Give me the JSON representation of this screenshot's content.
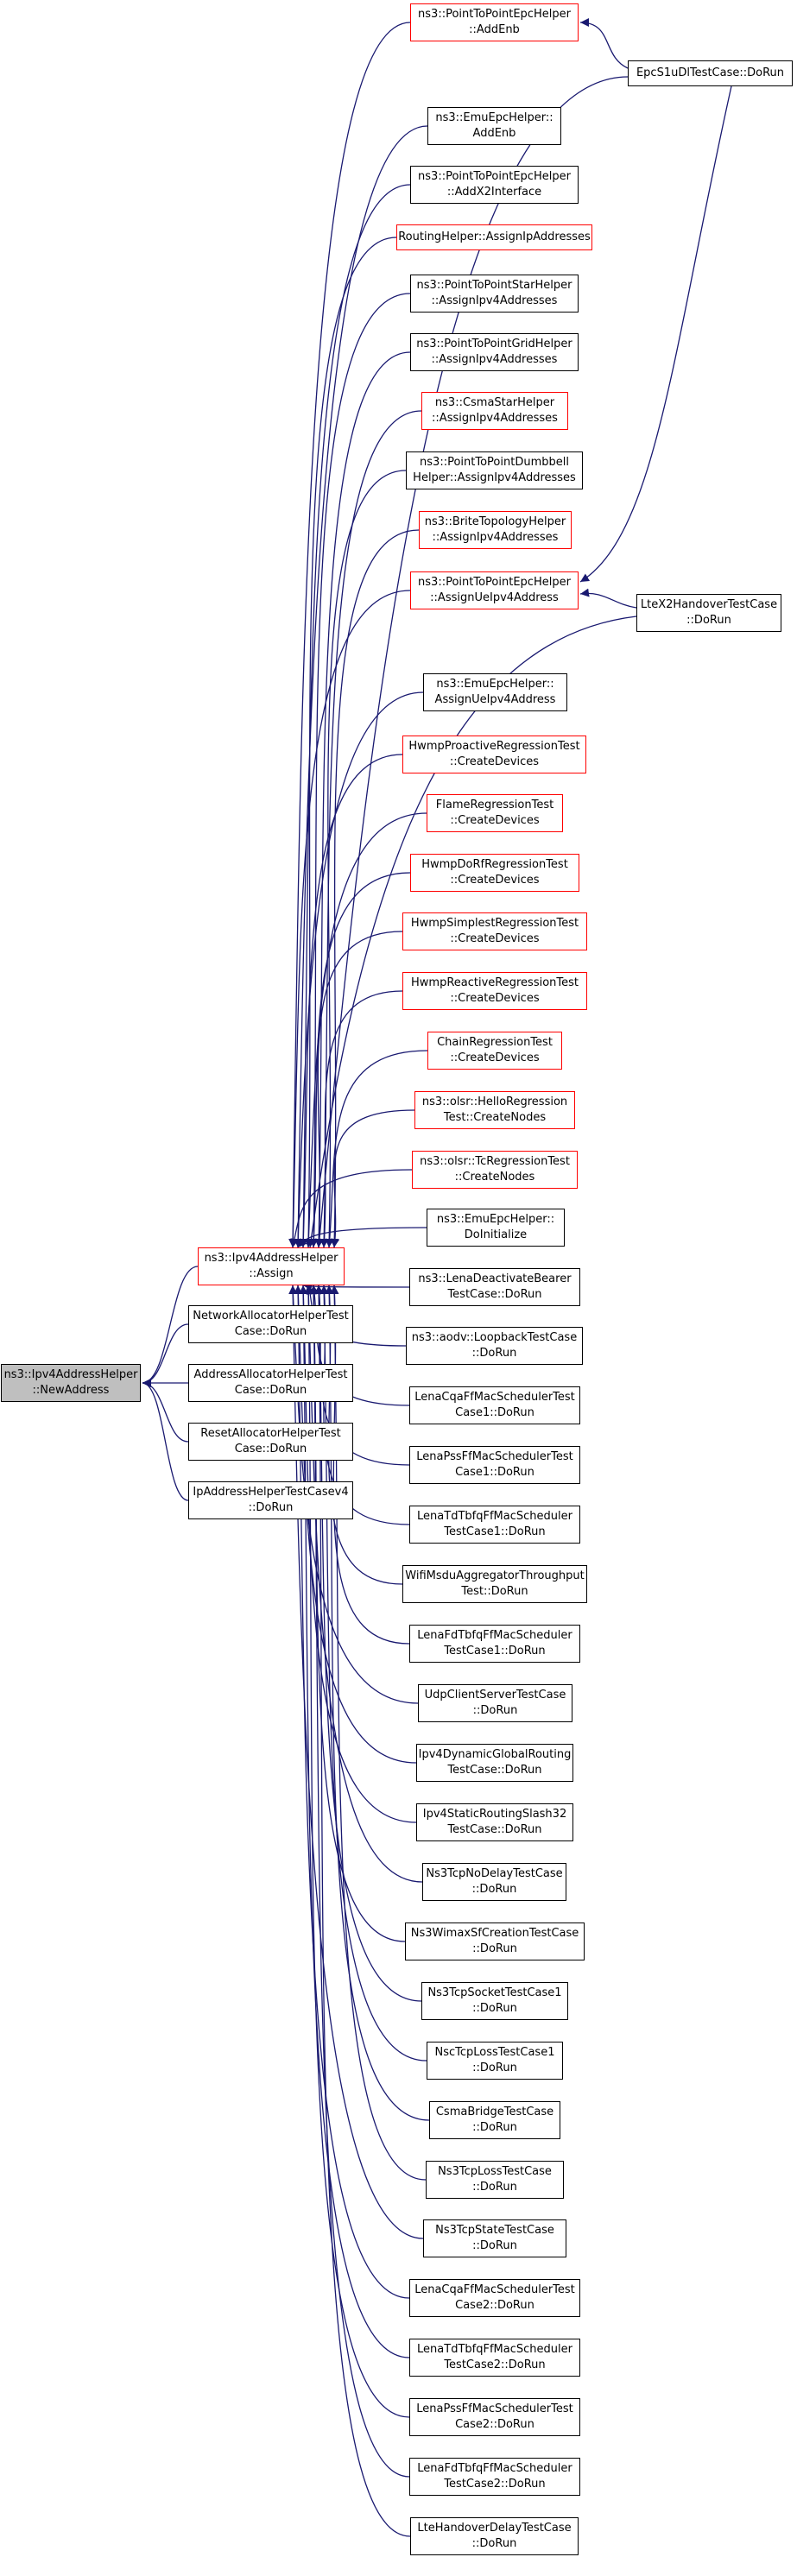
{
  "colors": {
    "edge": "#191970",
    "node_border": "#000000",
    "incomplete_border": "#ff0000",
    "root_fill": "#bfbfbf"
  },
  "nodes": [
    {
      "id": "root",
      "label": "ns3::Ipv4AddressHelper\n::NewAddress",
      "color": "root"
    },
    {
      "id": "assign",
      "label": "ns3::Ipv4AddressHelper\n::Assign",
      "color": "red"
    },
    {
      "id": "networkalloc",
      "label": "NetworkAllocatorHelperTest\nCase::DoRun",
      "color": "black"
    },
    {
      "id": "addressalloc",
      "label": "AddressAllocatorHelperTest\nCase::DoRun",
      "color": "black"
    },
    {
      "id": "resetalloc",
      "label": "ResetAllocatorHelperTest\nCase::DoRun",
      "color": "black"
    },
    {
      "id": "ipaddrv4",
      "label": "IpAddressHelperTestCasev4\n::DoRun",
      "color": "black"
    },
    {
      "id": "p2pepc_addenb",
      "label": "ns3::PointToPointEpcHelper\n::AddEnb",
      "color": "red"
    },
    {
      "id": "emuepc_addenb",
      "label": "ns3::EmuEpcHelper::\nAddEnb",
      "color": "black"
    },
    {
      "id": "p2pepc_addx2",
      "label": "ns3::PointToPointEpcHelper\n::AddX2Interface",
      "color": "black"
    },
    {
      "id": "routing_assign",
      "label": "RoutingHelper::AssignIpAddresses",
      "color": "red"
    },
    {
      "id": "p2pstar",
      "label": "ns3::PointToPointStarHelper\n::AssignIpv4Addresses",
      "color": "black"
    },
    {
      "id": "p2pgrid",
      "label": "ns3::PointToPointGridHelper\n::AssignIpv4Addresses",
      "color": "black"
    },
    {
      "id": "csmastar",
      "label": "ns3::CsmaStarHelper\n::AssignIpv4Addresses",
      "color": "red"
    },
    {
      "id": "p2pdumbbell",
      "label": "ns3::PointToPointDumbbell\nHelper::AssignIpv4Addresses",
      "color": "black"
    },
    {
      "id": "brite",
      "label": "ns3::BriteTopologyHelper\n::AssignIpv4Addresses",
      "color": "red"
    },
    {
      "id": "p2pepc_ue",
      "label": "ns3::PointToPointEpcHelper\n::AssignUeIpv4Address",
      "color": "red"
    },
    {
      "id": "emuepc_ue",
      "label": "ns3::EmuEpcHelper::\nAssignUeIpv4Address",
      "color": "black"
    },
    {
      "id": "hwmpproactive",
      "label": "HwmpProactiveRegressionTest\n::CreateDevices",
      "color": "red"
    },
    {
      "id": "flame",
      "label": "FlameRegressionTest\n::CreateDevices",
      "color": "red"
    },
    {
      "id": "hwmpdorf",
      "label": "HwmpDoRfRegressionTest\n::CreateDevices",
      "color": "red"
    },
    {
      "id": "hwmpsimplest",
      "label": "HwmpSimplestRegressionTest\n::CreateDevices",
      "color": "red"
    },
    {
      "id": "hwmpreactive",
      "label": "HwmpReactiveRegressionTest\n::CreateDevices",
      "color": "red"
    },
    {
      "id": "chain",
      "label": "ChainRegressionTest\n::CreateDevices",
      "color": "red"
    },
    {
      "id": "olsrhello",
      "label": "ns3::olsr::HelloRegression\nTest::CreateNodes",
      "color": "red"
    },
    {
      "id": "olsrtc",
      "label": "ns3::olsr::TcRegressionTest\n::CreateNodes",
      "color": "red"
    },
    {
      "id": "emuepc_init",
      "label": "ns3::EmuEpcHelper::\nDoInitialize",
      "color": "black"
    },
    {
      "id": "lenadeact",
      "label": "ns3::LenaDeactivateBearer\nTestCase::DoRun",
      "color": "black"
    },
    {
      "id": "aodvloop",
      "label": "ns3::aodv::LoopbackTestCase\n::DoRun",
      "color": "black"
    },
    {
      "id": "lenacqs1",
      "label": "LenaCqaFfMacSchedulerTest\nCase1::DoRun",
      "color": "black"
    },
    {
      "id": "lenapss1",
      "label": "LenaPssFfMacSchedulerTest\nCase1::DoRun",
      "color": "black"
    },
    {
      "id": "lenatdtbfq1",
      "label": "LenaTdTbfqFfMacScheduler\nTestCase1::DoRun",
      "color": "black"
    },
    {
      "id": "wifimsdu",
      "label": "WifiMsduAggregatorThroughput\nTest::DoRun",
      "color": "black"
    },
    {
      "id": "lenafdtbfq1",
      "label": "LenaFdTbfqFfMacScheduler\nTestCase1::DoRun",
      "color": "black"
    },
    {
      "id": "udpclientserver",
      "label": "UdpClientServerTestCase\n::DoRun",
      "color": "black"
    },
    {
      "id": "ipv4dyn",
      "label": "Ipv4DynamicGlobalRouting\nTestCase::DoRun",
      "color": "black"
    },
    {
      "id": "ipv4slash32",
      "label": "Ipv4StaticRoutingSlash32\nTestCase::DoRun",
      "color": "black"
    },
    {
      "id": "ns3tcpnodelay",
      "label": "Ns3TcpNoDelayTestCase\n::DoRun",
      "color": "black"
    },
    {
      "id": "ns3wimax",
      "label": "Ns3WimaxSfCreationTestCase\n::DoRun",
      "color": "black"
    },
    {
      "id": "ns3tcpsocket",
      "label": "Ns3TcpSocketTestCase1\n::DoRun",
      "color": "black"
    },
    {
      "id": "nsctcploss",
      "label": "NscTcpLossTestCase1\n::DoRun",
      "color": "black"
    },
    {
      "id": "csmabridge",
      "label": "CsmaBridgeTestCase\n::DoRun",
      "color": "black"
    },
    {
      "id": "ns3tcploss",
      "label": "Ns3TcpLossTestCase\n::DoRun",
      "color": "black"
    },
    {
      "id": "ns3tcpstate",
      "label": "Ns3TcpStateTestCase\n::DoRun",
      "color": "black"
    },
    {
      "id": "lenacqs2",
      "label": "LenaCqaFfMacSchedulerTest\nCase2::DoRun",
      "color": "black"
    },
    {
      "id": "lenatdtbfq2",
      "label": "LenaTdTbfqFfMacScheduler\nTestCase2::DoRun",
      "color": "black"
    },
    {
      "id": "lenapss2",
      "label": "LenaPssFfMacSchedulerTest\nCase2::DoRun",
      "color": "black"
    },
    {
      "id": "lenafdtbfq2",
      "label": "LenaFdTbfqFfMacScheduler\nTestCase2::DoRun",
      "color": "black"
    },
    {
      "id": "ltehandover",
      "label": "LteHandoverDelayTestCase\n::DoRun",
      "color": "black"
    },
    {
      "id": "epcs1u",
      "label": "EpcS1uDlTestCase::DoRun",
      "color": "black"
    },
    {
      "id": "ltex2",
      "label": "LteX2HandoverTestCase\n::DoRun",
      "color": "black"
    }
  ]
}
